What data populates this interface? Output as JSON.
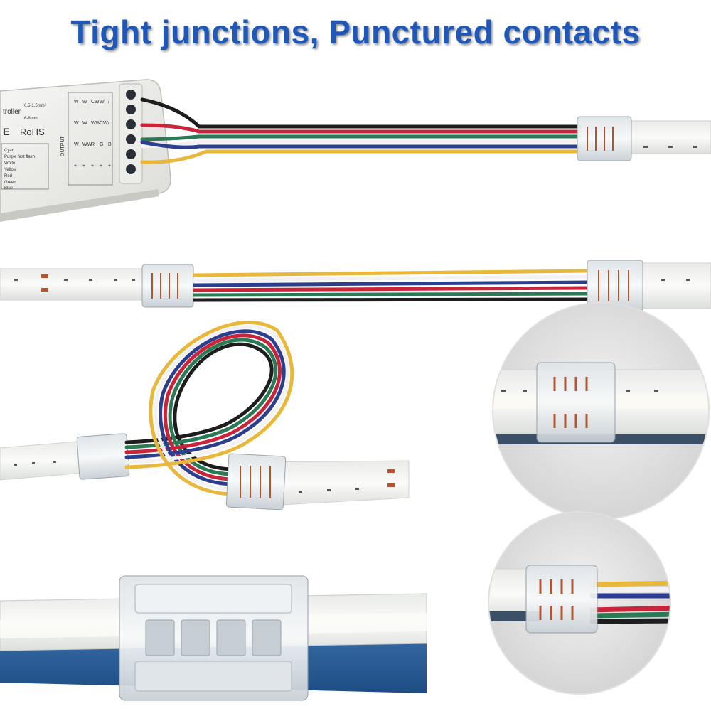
{
  "headline": "Tight junctions, Punctured contacts",
  "controller": {
    "name_partial": "troller",
    "cert_mark": "RoHS",
    "wire_spec_top": "0.5-1.5mm²",
    "wire_spec_bottom": "6-8mm",
    "output_label": "OUTPUT",
    "wire_legend": [
      "Cyan",
      "Purple fast flash",
      "White",
      "Yellow",
      "Red",
      "Green",
      "Blue"
    ],
    "pin_columns": [
      [
        "W",
        "W",
        "W",
        "+"
      ],
      [
        "W",
        "W",
        "WW",
        "+"
      ],
      [
        "CW",
        "WW",
        "R",
        "+"
      ],
      [
        "W",
        "CW",
        "G",
        "+"
      ],
      [
        "/",
        "/",
        "B",
        "+"
      ]
    ]
  },
  "colors": {
    "headline_blue": "#1f58b8",
    "wire_black": "#1d1d1d",
    "wire_red": "#c8243a",
    "wire_green": "#2a7a55",
    "wire_blue": "#2c3f8f",
    "wire_white": "#f2f2f2",
    "wire_yellow": "#e8b83c",
    "strip_body": "#f3f3f1",
    "led_copper": "#b5552f"
  }
}
